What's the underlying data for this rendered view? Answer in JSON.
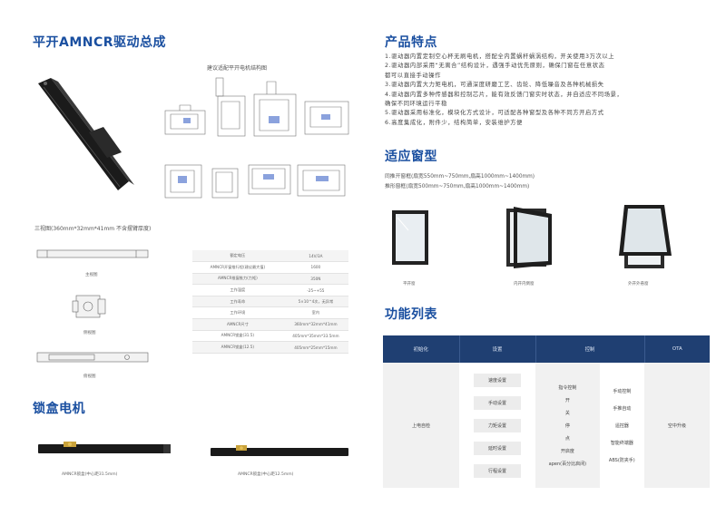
{
  "left": {
    "title": "平开AMNCR驱动总成",
    "diagram_caption": "建议适配平开电机结构图",
    "three_view_caption": "三视图(360mm*32mm*41mm 不含摆臂厚度)",
    "views": [
      "主视图",
      "侧视图",
      "俯视图"
    ],
    "spec_table": [
      [
        "额定电压",
        "14V/3A"
      ],
      [
        "AMNCR开窗推行程(建议最大值)",
        "1600"
      ],
      [
        "AMNCR推窗推力(力矩)",
        "350N"
      ],
      [
        "工作温度",
        "-25~+55"
      ],
      [
        "工作寿命",
        "5×10^4次，无异常"
      ],
      [
        "工作环境",
        "室内"
      ],
      [
        "AMNCR尺寸",
        "360mm*32mm*41mm"
      ],
      [
        "AMNCR锁盒(31.5)",
        "405mm*35mm*33.5mm"
      ],
      [
        "AMNCR锁盒(12.5)",
        "405mm*25mm*15mm"
      ]
    ],
    "lock_title": "锁盒电机",
    "lock_captions": [
      "AMNCR锁盒(中心距31.5mm)",
      "AMNCR锁盒(中心距12.5mm)"
    ]
  },
  "right": {
    "features_title": "产品特点",
    "features": [
      "1.驱动器内置定制空心杯无刷电机，搭配全内置蜗杆蜗涡结构，开关使用3万次以上",
      "2.驱动器内部采用“无离合”结构设计，遇强手动优先原则，确保门窗在任意状态",
      "   都可以直接手动操作",
      "3.驱动器内置大力矩电机，可通深度研磨工艺、齿轮、降低噪音及各种机械损失",
      "4.驱动器内置多种传感器和控制芯片，能有效反馈门窗实时状态，并自适应不同场景，",
      "   确保不同环境运行平稳",
      "5.驱动器采用标准化，模块化方式设计，可适配各种窗型及各种不同方开启方式",
      "6.高度集成化，附件少，结构简单，安装维护方便"
    ],
    "window_title": "适应窗型",
    "window_specs": [
      "同推开窗框(扇宽550mm~750mm,扇高1000mm~1400mm)",
      "推形窗框(扇宽500mm~750mm,扇高1000mm~1400mm)"
    ],
    "window_types": [
      "平开窗",
      "内开内倒窗",
      "外开外悬窗"
    ],
    "function_title": "功能列表",
    "function_headers": [
      "初始化",
      "设置",
      "控制",
      "OTA"
    ],
    "function_rows": {
      "init": "上电自检",
      "settings": [
        "速度设置",
        "手动设置",
        "力矩设置",
        "延时设置",
        "行程设置"
      ],
      "control_left": [
        "指令控制",
        "开",
        "关",
        "停",
        "点",
        "开启度",
        "apen(百分比启闭)"
      ],
      "control_right": [
        "手动控制",
        "手推自动",
        "遥控器",
        "智能终端器",
        "ABS(防夹手)"
      ],
      "ota": "空中升级"
    }
  }
}
